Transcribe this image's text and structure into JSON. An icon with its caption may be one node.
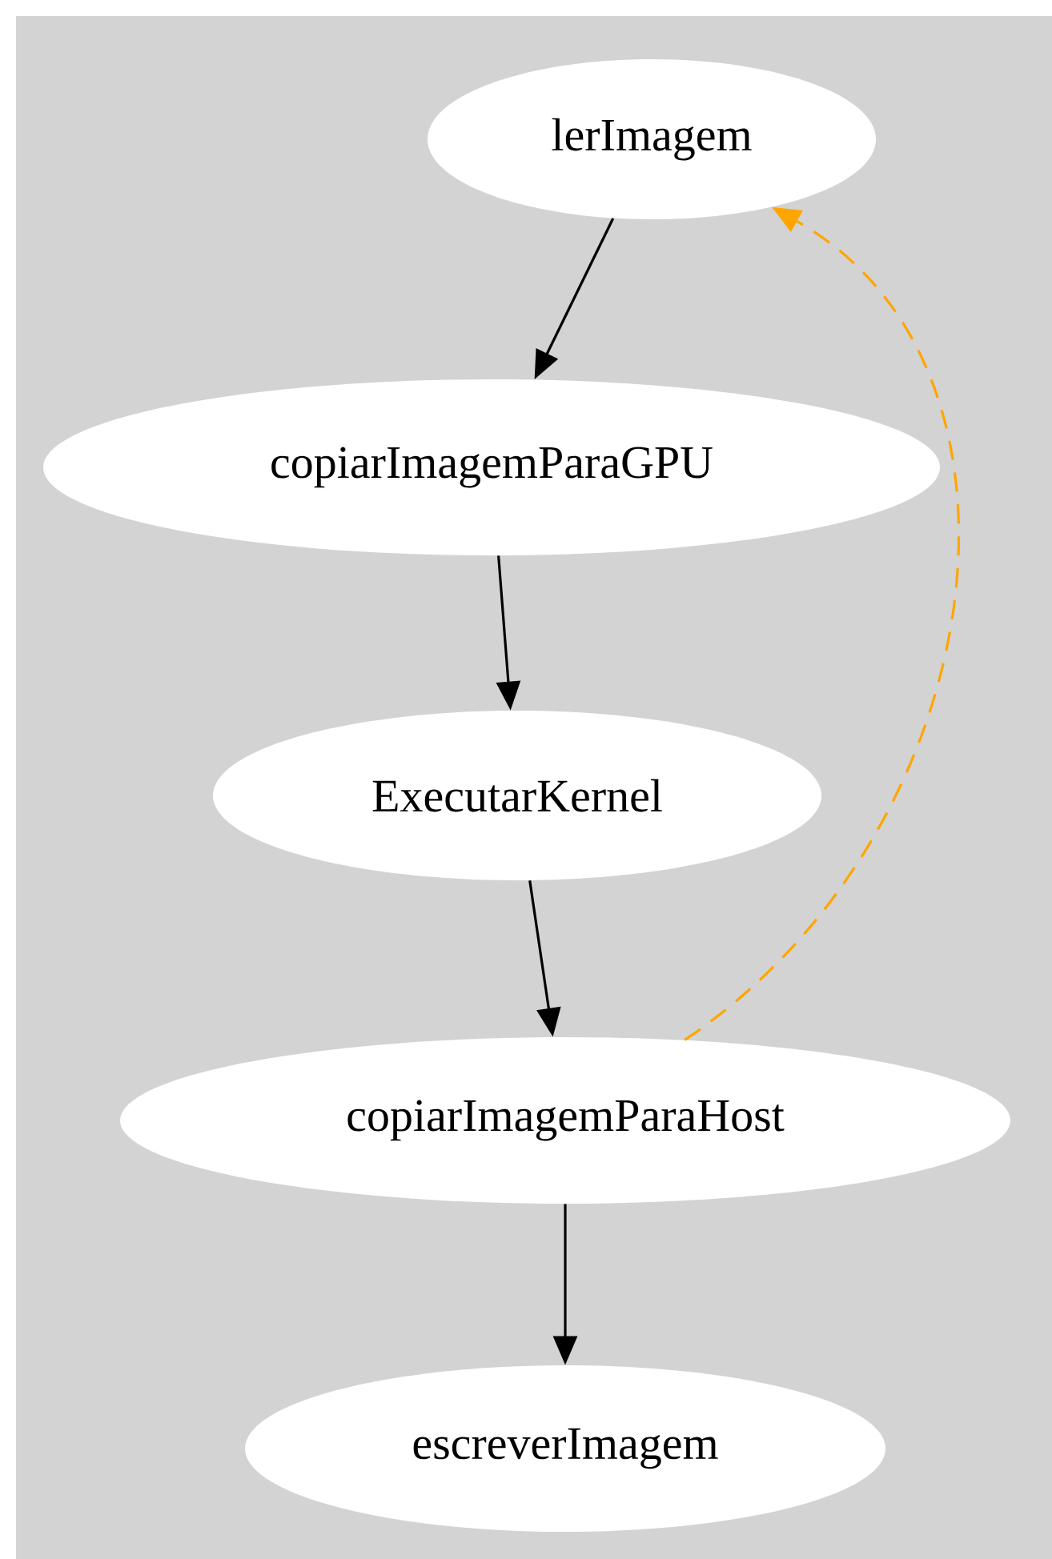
{
  "diagram": {
    "nodes": [
      {
        "text": [
          "lerImagem"
        ]
      },
      {
        "text": [
          "copiarImagemParaGPU"
        ]
      },
      {
        "text": [
          "ExecutarKernel"
        ]
      },
      {
        "text": [
          "copiarImagemParaHost"
        ]
      },
      {
        "text": [
          "escreverImagem"
        ]
      }
    ],
    "edges": [
      {
        "from": 0,
        "to": 1,
        "arrow": "to"
      },
      {
        "from": 1,
        "to": 2,
        "arrow": "to"
      },
      {
        "from": 2,
        "to": 3,
        "arrow": "to"
      },
      {
        "from": 3,
        "to": 4,
        "arrow": "to"
      },
      {
        "from": 3,
        "to": 0,
        "arrow": "to",
        "style": "dashed",
        "color": "#ffa500"
      }
    ]
  }
}
